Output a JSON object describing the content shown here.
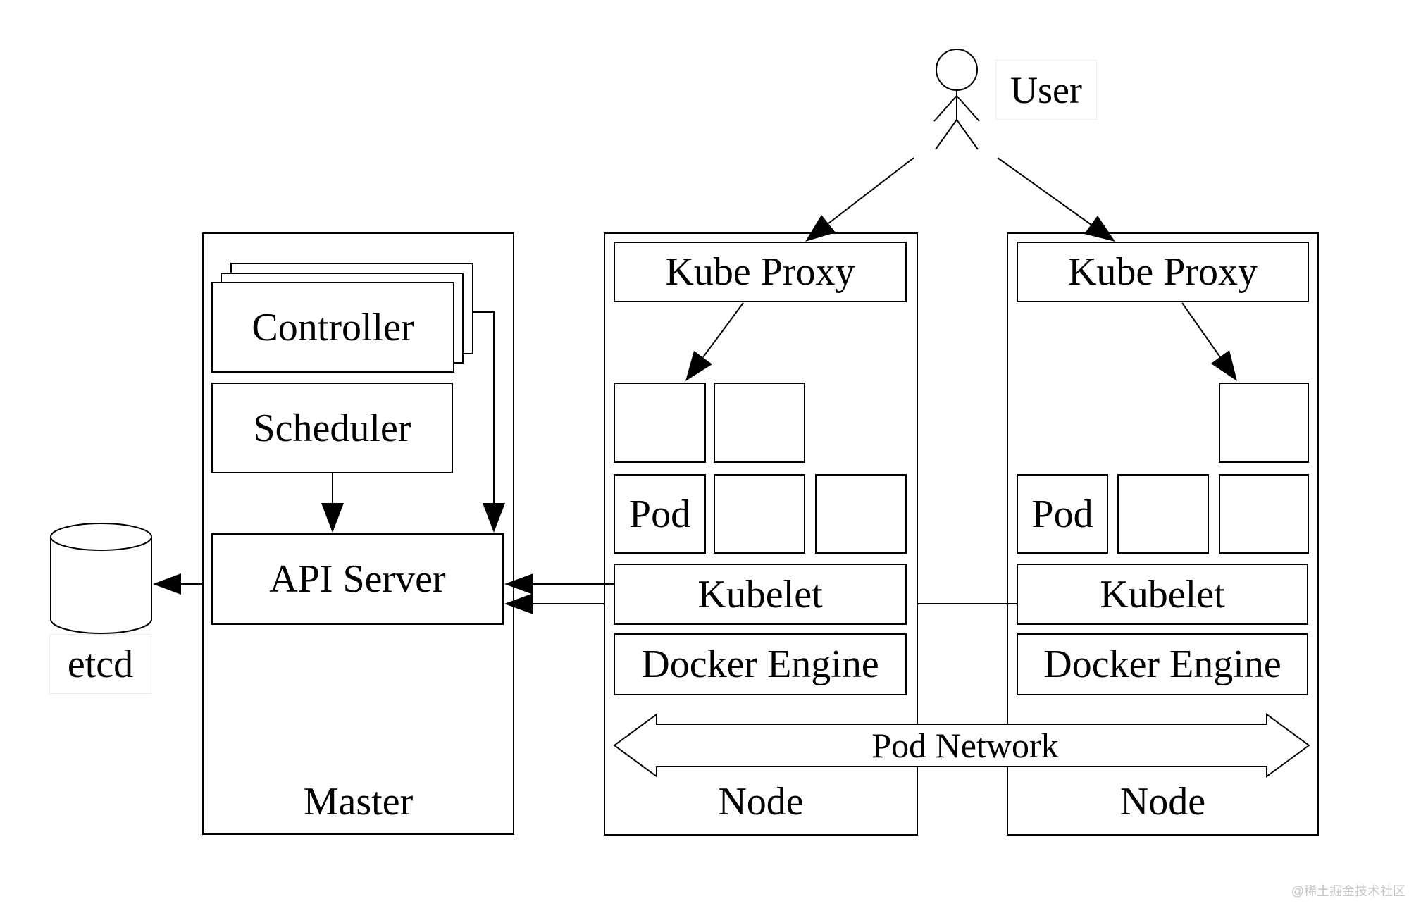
{
  "user": {
    "label": "User"
  },
  "etcd": {
    "label": "etcd"
  },
  "master": {
    "label": "Master",
    "controller_label": "Controller",
    "scheduler_label": "Scheduler",
    "api_server_label": "API Server"
  },
  "node1": {
    "label": "Node",
    "kube_proxy_label": "Kube Proxy",
    "pod_label": "Pod",
    "kubelet_label": "Kubelet",
    "docker_engine_label": "Docker Engine"
  },
  "node2": {
    "label": "Node",
    "kube_proxy_label": "Kube Proxy",
    "pod_label": "Pod",
    "kubelet_label": "Kubelet",
    "docker_engine_label": "Docker Engine"
  },
  "pod_network": {
    "label": "Pod Network"
  },
  "watermark": {
    "label": "@稀土掘金技术社区"
  },
  "colors": {
    "line": "#000000",
    "background": "#ffffff",
    "watermark_text": "#c6c6c6"
  }
}
